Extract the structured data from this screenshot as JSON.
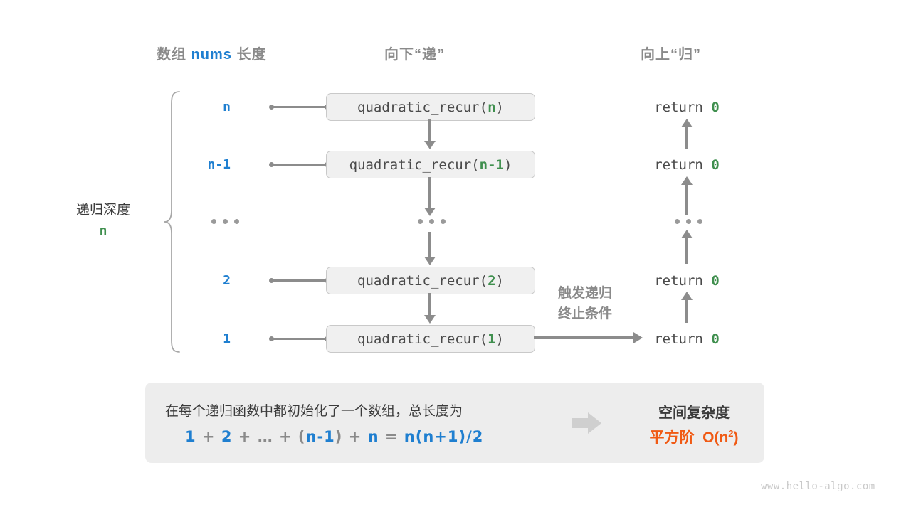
{
  "headers": {
    "left_prefix": "数组 ",
    "left_highlight": "nums",
    "left_suffix": " 长度",
    "middle": "向下“递”",
    "right": "向上“归”"
  },
  "depth": {
    "label": "递归深度",
    "value": "n"
  },
  "rows": [
    {
      "size": "n",
      "call_name": "quadratic_recur(",
      "call_arg": "n",
      "call_close": ")",
      "ret_text": "return ",
      "ret_value": "0"
    },
    {
      "size": "n-1",
      "call_name": "quadratic_recur(",
      "call_arg": "n-1",
      "call_close": ")",
      "ret_text": "return ",
      "ret_value": "0"
    },
    {
      "size": "…",
      "call_name": "…",
      "call_arg": "",
      "call_close": "",
      "ret_text": "…",
      "ret_value": ""
    },
    {
      "size": "2",
      "call_name": "quadratic_recur(",
      "call_arg": "2",
      "call_close": ")",
      "ret_text": "return ",
      "ret_value": "0"
    },
    {
      "size": "1",
      "call_name": "quadratic_recur(",
      "call_arg": "1",
      "call_close": ")",
      "ret_text": "return ",
      "ret_value": "0"
    }
  ],
  "trigger_note": {
    "line1": "触发递归",
    "line2": "终止条件"
  },
  "summary": {
    "sentence": "在每个递归函数中都初始化了一个数组，总长度为",
    "formula_parts": [
      {
        "t": "1",
        "blue": true
      },
      {
        "t": " + ",
        "blue": false
      },
      {
        "t": "2",
        "blue": true
      },
      {
        "t": " + ",
        "blue": false
      },
      {
        "t": "…",
        "blue": false
      },
      {
        "t": " + ",
        "blue": false
      },
      {
        "t": "(",
        "blue": false
      },
      {
        "t": "n-1",
        "blue": true
      },
      {
        "t": ")",
        "blue": false
      },
      {
        "t": " + ",
        "blue": false
      },
      {
        "t": "n",
        "blue": true
      },
      {
        "t": " = ",
        "blue": false
      },
      {
        "t": "n(n+1)/2",
        "blue": true
      }
    ],
    "result_title": "空间复杂度",
    "result_order": "平方阶",
    "result_notation_base": "O(n",
    "result_notation_exp": "2",
    "result_notation_close": ")"
  },
  "watermark": "www.hello-algo.com",
  "colors": {
    "blue": "#1f7fd0",
    "green": "#3f8f4e",
    "orange": "#f05a14",
    "gray_text": "#8a8a8a",
    "dark_text": "#3b3b3b",
    "box_fill": "#f0f0f0",
    "box_border": "#c9c9c9",
    "arrow": "#8c8c8c",
    "panel_fill": "#ededed"
  }
}
